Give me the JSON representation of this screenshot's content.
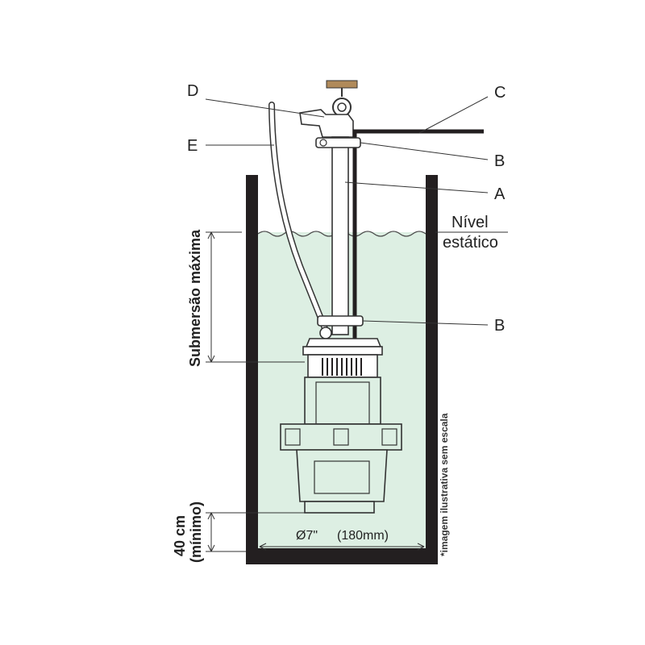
{
  "labels": {
    "D": "D",
    "E": "E",
    "C": "C",
    "B_top": "B",
    "A": "A",
    "B_bottom": "B",
    "nivel_line1": "Nível",
    "nivel_line2": "estático",
    "submersao": "Submersão máxima",
    "dist_line1": "40 cm",
    "dist_line2": "(mínimo)",
    "diameter_symbol": "Ø7\"",
    "diameter_mm": "(180mm)",
    "note": "*imagem ilustrativa sem escala"
  },
  "colors": {
    "water": "#ddefe3",
    "wall": "#231f20",
    "line": "#333333",
    "ceiling": "#b08a5a"
  }
}
